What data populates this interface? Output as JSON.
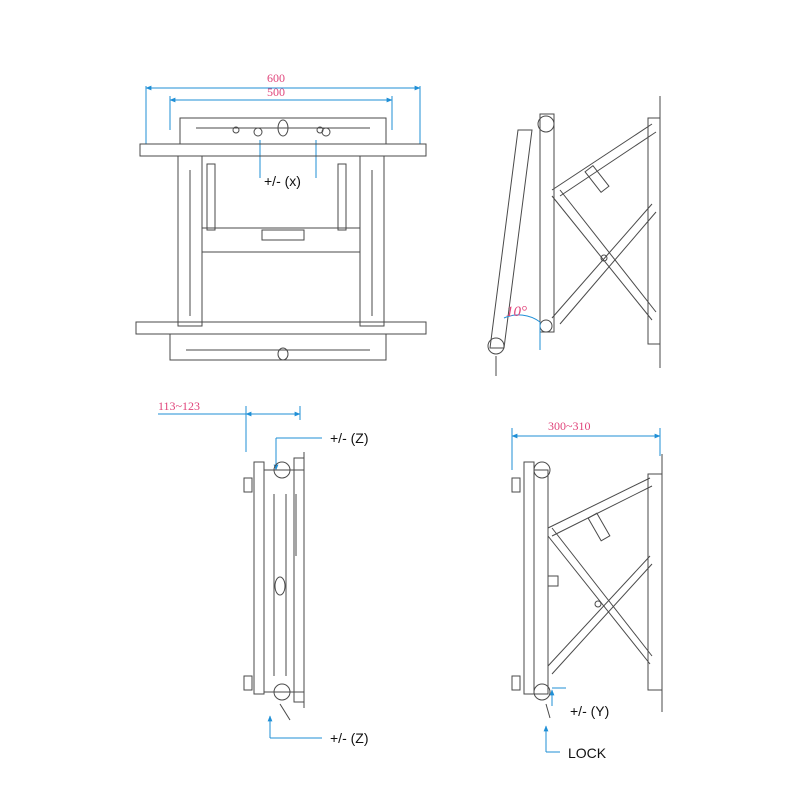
{
  "colors": {
    "line": "#4a4a4a",
    "dimension": "#1f8fd6",
    "dimension_text": "#e0457b",
    "label": "#111111"
  },
  "front_view": {
    "dim_overall": "600",
    "dim_inner": "500",
    "adjust_label": "+/- (x)"
  },
  "side_view_tilted": {
    "tilt_angle": "10°"
  },
  "side_view_collapsed": {
    "depth_range": "113~123",
    "adjust_top": "+/- (Z)",
    "adjust_bottom": "+/- (Z)"
  },
  "side_view_extended": {
    "depth_range": "300~310",
    "adjust_label": "+/- (Y)",
    "lock_label": "LOCK"
  }
}
